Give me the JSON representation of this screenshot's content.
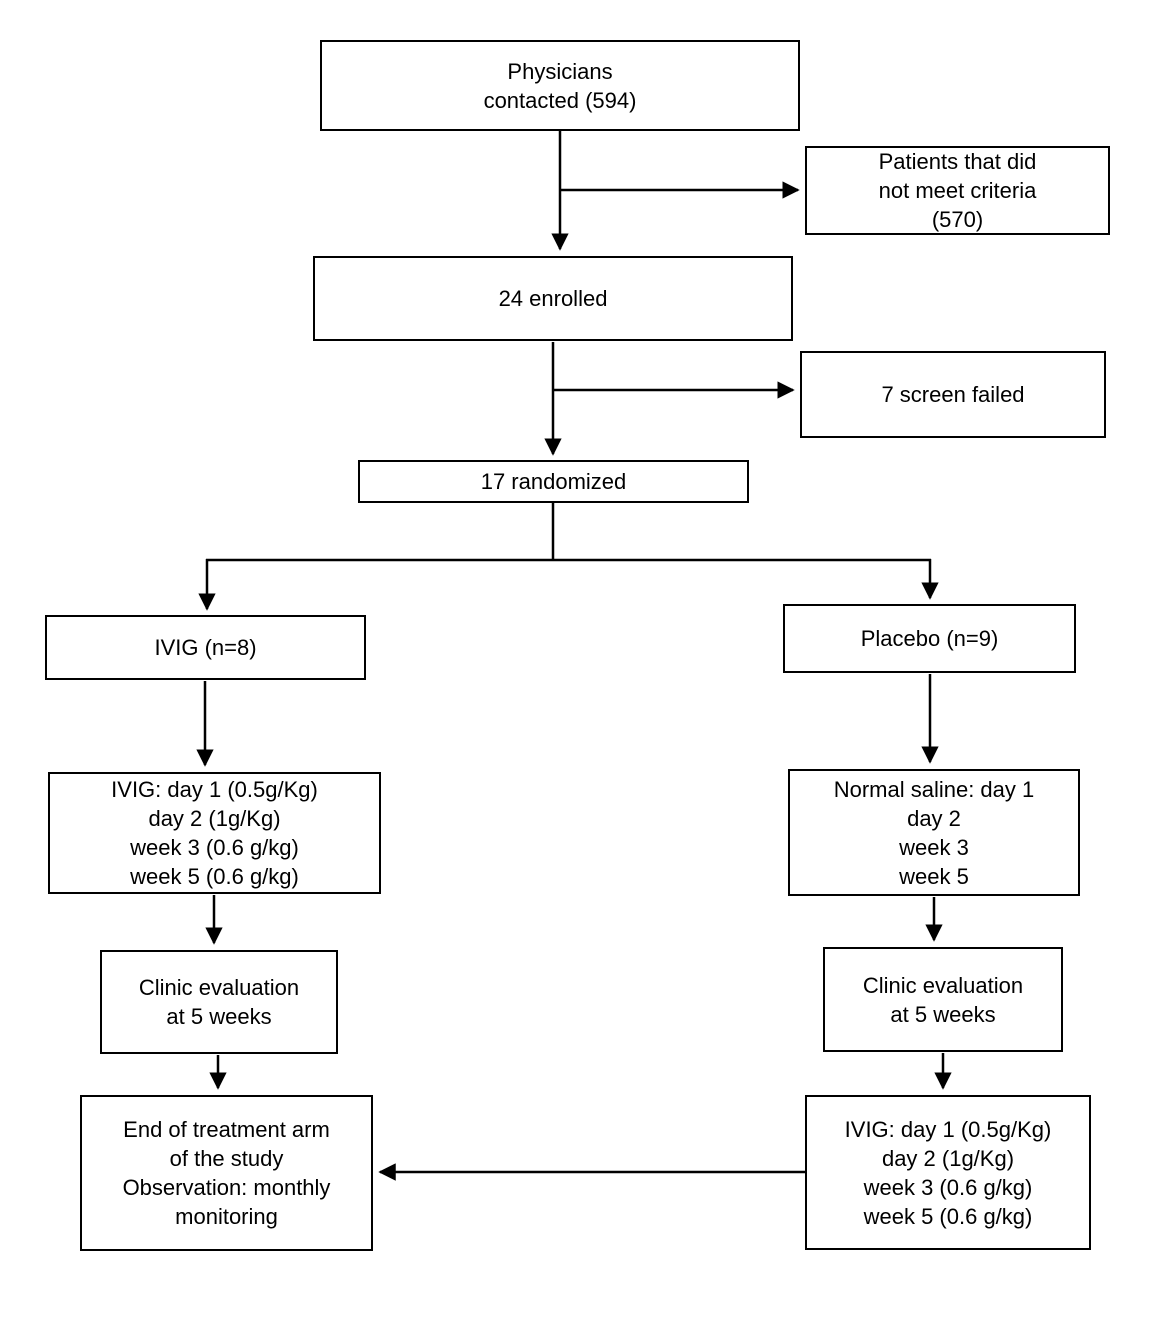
{
  "boxes": {
    "physicians": {
      "text": "Physicians\ncontacted (594)"
    },
    "not_meet_criteria": {
      "text": "Patients that did\nnot meet criteria\n(570)"
    },
    "enrolled": {
      "text": "24 enrolled"
    },
    "screen_failed": {
      "text": "7 screen failed"
    },
    "randomized": {
      "text": "17 randomized"
    },
    "ivig_arm": {
      "text": "IVIG (n=8)"
    },
    "placebo_arm": {
      "text": "Placebo  (n=9)"
    },
    "ivig_dosing": {
      "text": "IVIG: day 1 (0.5g/Kg)\nday 2 (1g/Kg)\nweek 3  (0.6 g/kg)\nweek 5 (0.6 g/kg)"
    },
    "saline_dosing": {
      "text": "Normal saline: day 1\nday 2\nweek 3\nweek 5"
    },
    "clinic_eval_left": {
      "text": "Clinic  evaluation\nat 5 weeks"
    },
    "clinic_eval_right": {
      "text": "Clinic  evaluation\nat 5 weeks"
    },
    "end_of_treatment": {
      "text": "End of treatment arm\nof the study\nObservation: monthly\nmonitoring"
    },
    "placebo_ivig_dosing": {
      "text": "IVIG: day 1 (0.5g/Kg)\nday 2 (1g/Kg)\nweek 3  (0.6 g/kg)\nweek 5 (0.6 g/kg)"
    }
  },
  "colors": {
    "line": "#000000",
    "background": "#ffffff"
  }
}
